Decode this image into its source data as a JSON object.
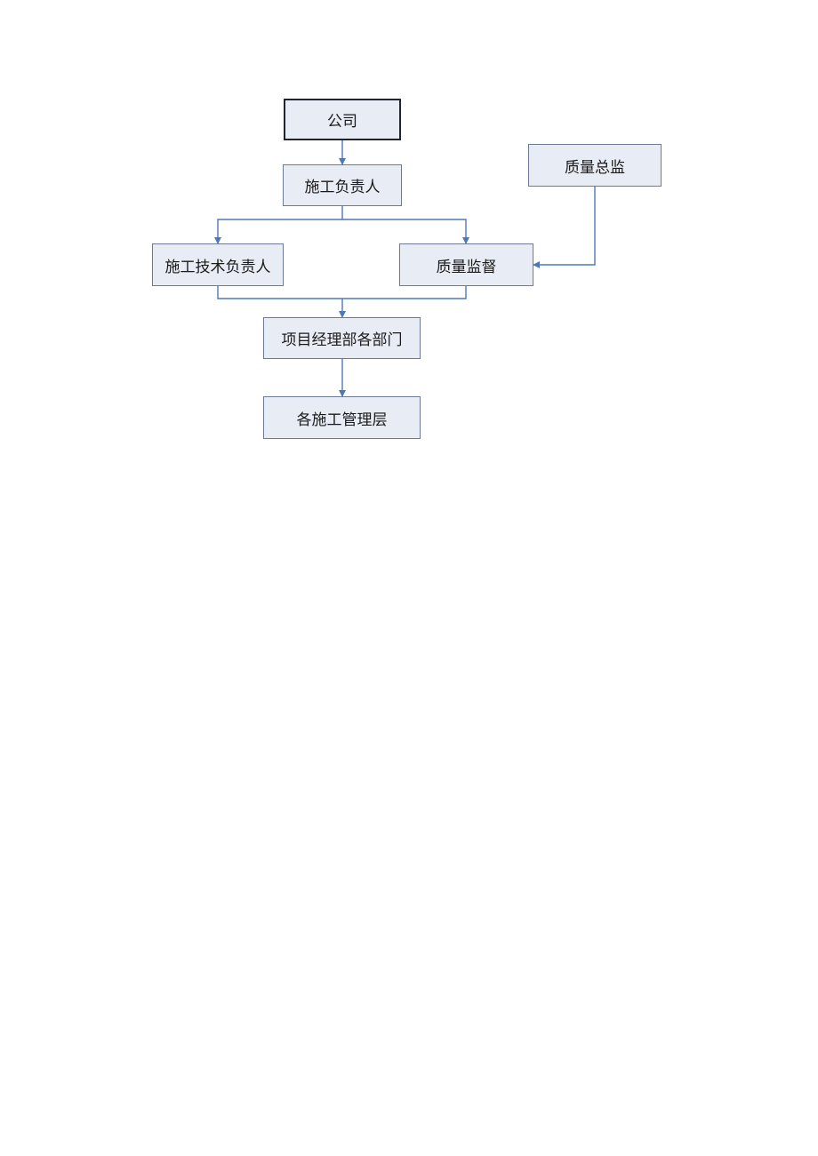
{
  "nodes": {
    "company": "公司",
    "construction_lead": "施工负责人",
    "quality_director": "质量总监",
    "technical_lead": "施工技术负责人",
    "quality_supervision": "质量监督",
    "project_departments": "项目经理部各部门",
    "management_layers": "各施工管理层"
  },
  "colors": {
    "box_fill": "#e8ecf5",
    "box_border": "#6d7a93",
    "connector": "#4f78b8"
  }
}
